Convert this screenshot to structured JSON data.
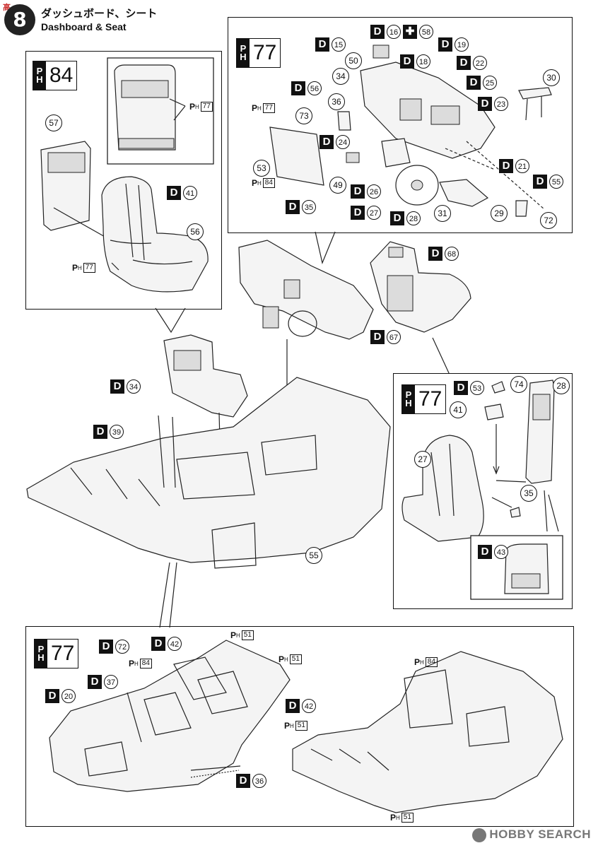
{
  "step": {
    "number": "8",
    "title_jp": "ダッシュボード、シート",
    "title_en": "Dashboard & Seat"
  },
  "panels": {
    "left_seat": {
      "page_ref": "84"
    },
    "dashboard": {
      "page_ref": "77"
    },
    "right_seat": {
      "page_ref": "77"
    },
    "bottom": {
      "page_ref": "77"
    }
  },
  "labels": {
    "ph_prefix": "P",
    "ph_sub": "H",
    "d_prefix": "D",
    "ph_77": "77",
    "ph_84": "84",
    "ph_51": "51",
    "plus": "✚"
  },
  "d_badges": {
    "d41": "41",
    "d15": "15",
    "d16": "16",
    "d18": "18",
    "d19": "19",
    "d22": "22",
    "d25": "25",
    "d23": "23",
    "d56": "56",
    "d24": "24",
    "d21": "21",
    "d55": "55",
    "d35": "35",
    "d26": "26",
    "d27": "27",
    "d28": "28",
    "d68": "68",
    "d67": "67",
    "d34": "34",
    "d39": "39",
    "d53": "53",
    "d43": "43",
    "d72": "72",
    "d42a": "42",
    "d37": "37",
    "d20": "20",
    "d42b": "42",
    "d36": "36"
  },
  "part_numbers": {
    "p57": "57",
    "p56": "56",
    "p58": "58",
    "p50": "50",
    "p34": "34",
    "p30": "30",
    "p36": "36",
    "p73": "73",
    "p53": "53",
    "p49": "49",
    "p31": "31",
    "p29": "29",
    "p72": "72",
    "p74": "74",
    "p28": "28",
    "p41": "41",
    "p27": "27",
    "p35": "35",
    "p55": "55"
  },
  "watermark": {
    "text": "HOBBY SEARCH",
    "corner": "高"
  }
}
